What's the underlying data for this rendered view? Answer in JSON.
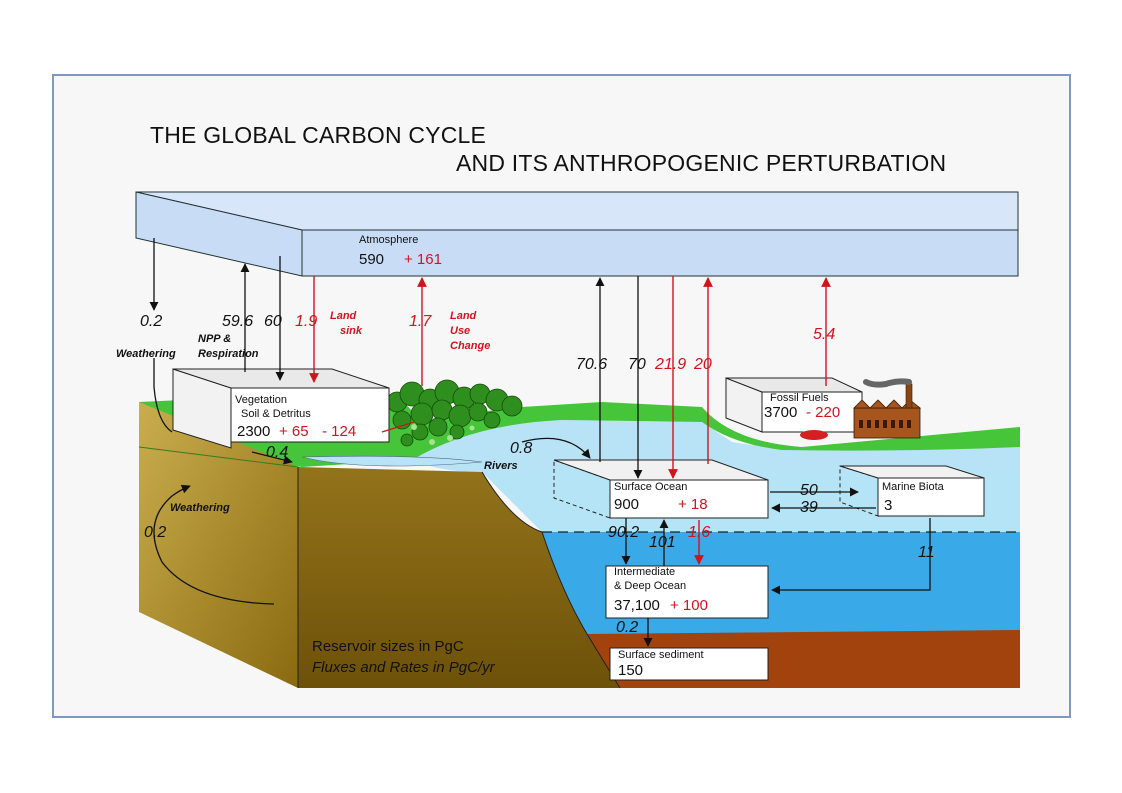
{
  "title": {
    "line1": "THE GLOBAL CARBON CYCLE",
    "line2": "AND ITS ANTHROPOGENIC PERTURBATION"
  },
  "reservoirs": {
    "atmosphere": {
      "name": "Atmosphere",
      "size": "590",
      "change": "+ 161"
    },
    "vegetation": {
      "name1": "Vegetation",
      "name2": "Soil & Detritus",
      "size": "2300",
      "change1": "+ 65",
      "change2": "- 124"
    },
    "fossil_fuels": {
      "name": "Fossil Fuels",
      "size": "3700",
      "change": "- 220"
    },
    "surface_ocean": {
      "name": "Surface Ocean",
      "size": "900",
      "change": "+ 18"
    },
    "marine_biota": {
      "name": "Marine Biota",
      "size": "3"
    },
    "deep_ocean": {
      "name1": "Intermediate",
      "name2": "& Deep Ocean",
      "size": "37,100",
      "change": "+ 100"
    },
    "sediment": {
      "name": "Surface sediment",
      "size": "150"
    }
  },
  "fluxes": {
    "weathering_atm": "0.2",
    "weathering_atm_label": "Weathering",
    "npp": "59.6",
    "npp_label1": "NPP &",
    "npp_label2": "Respiration",
    "resp": "60",
    "land_sink": "1.9",
    "land_sink_label1": "Land",
    "land_sink_label2": "sink",
    "land_use": "1.7",
    "land_use_label1": "Land",
    "land_use_label2": "Use",
    "land_use_label3": "Change",
    "fossil": "5.4",
    "ocean_up": "70.6",
    "ocean_down": "70",
    "ocean_anthro_down": "21.9",
    "ocean_anthro_up": "20",
    "rivers": "0.8",
    "rivers_label": "Rivers",
    "runoff": "0.4",
    "rock_weathering": "0.2",
    "rock_weathering_label": "Weathering",
    "bio_to": "50",
    "bio_from": "39",
    "bio_down": "11",
    "downwelling": "90.2",
    "upwelling": "101",
    "anthro_down": "1.6",
    "sedimentation": "0.2"
  },
  "legend": {
    "line1": "Reservoir sizes in PgC",
    "line2": "Fluxes and Rates in PgC/yr"
  },
  "colors": {
    "atmosphere": "#c9dcf6",
    "ocean_surface": "#b5e4f7",
    "ocean_deep": "#3aa9e8",
    "land_green": "#46c43a",
    "soil": "#8f6f11",
    "sediment": "#a2420c",
    "flux_red": "#d0141e",
    "frame": "#7f98c2"
  }
}
